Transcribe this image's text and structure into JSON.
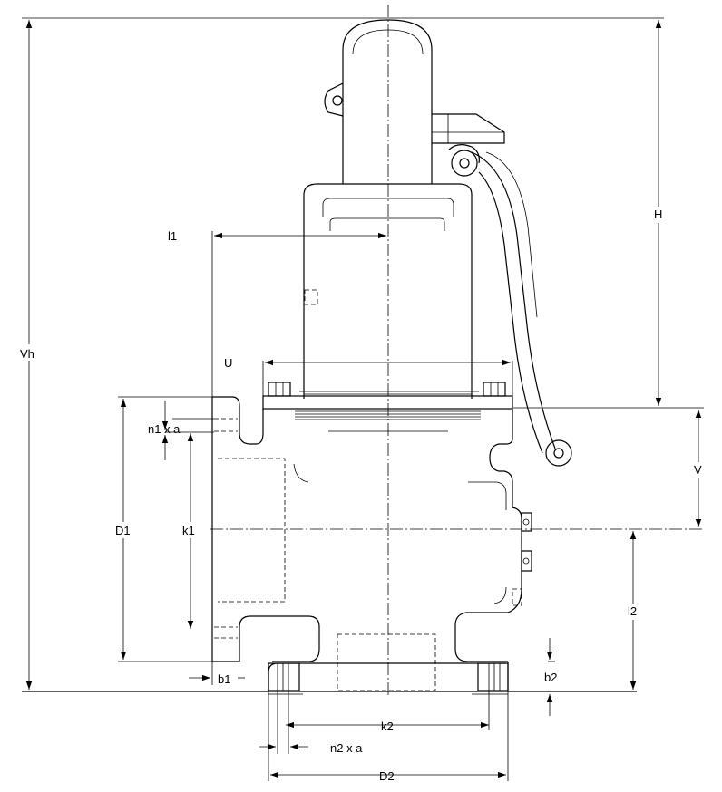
{
  "labels": {
    "vh": "Vh",
    "h": "H",
    "l1": "l1",
    "u": "U",
    "v": "V",
    "n1a": "n1 x a",
    "d1": "D1",
    "k1": "k1",
    "l2": "l2",
    "b1": "b1",
    "b2": "b2",
    "k2": "k2",
    "n2a": "n2 x a",
    "d2": "D2"
  }
}
